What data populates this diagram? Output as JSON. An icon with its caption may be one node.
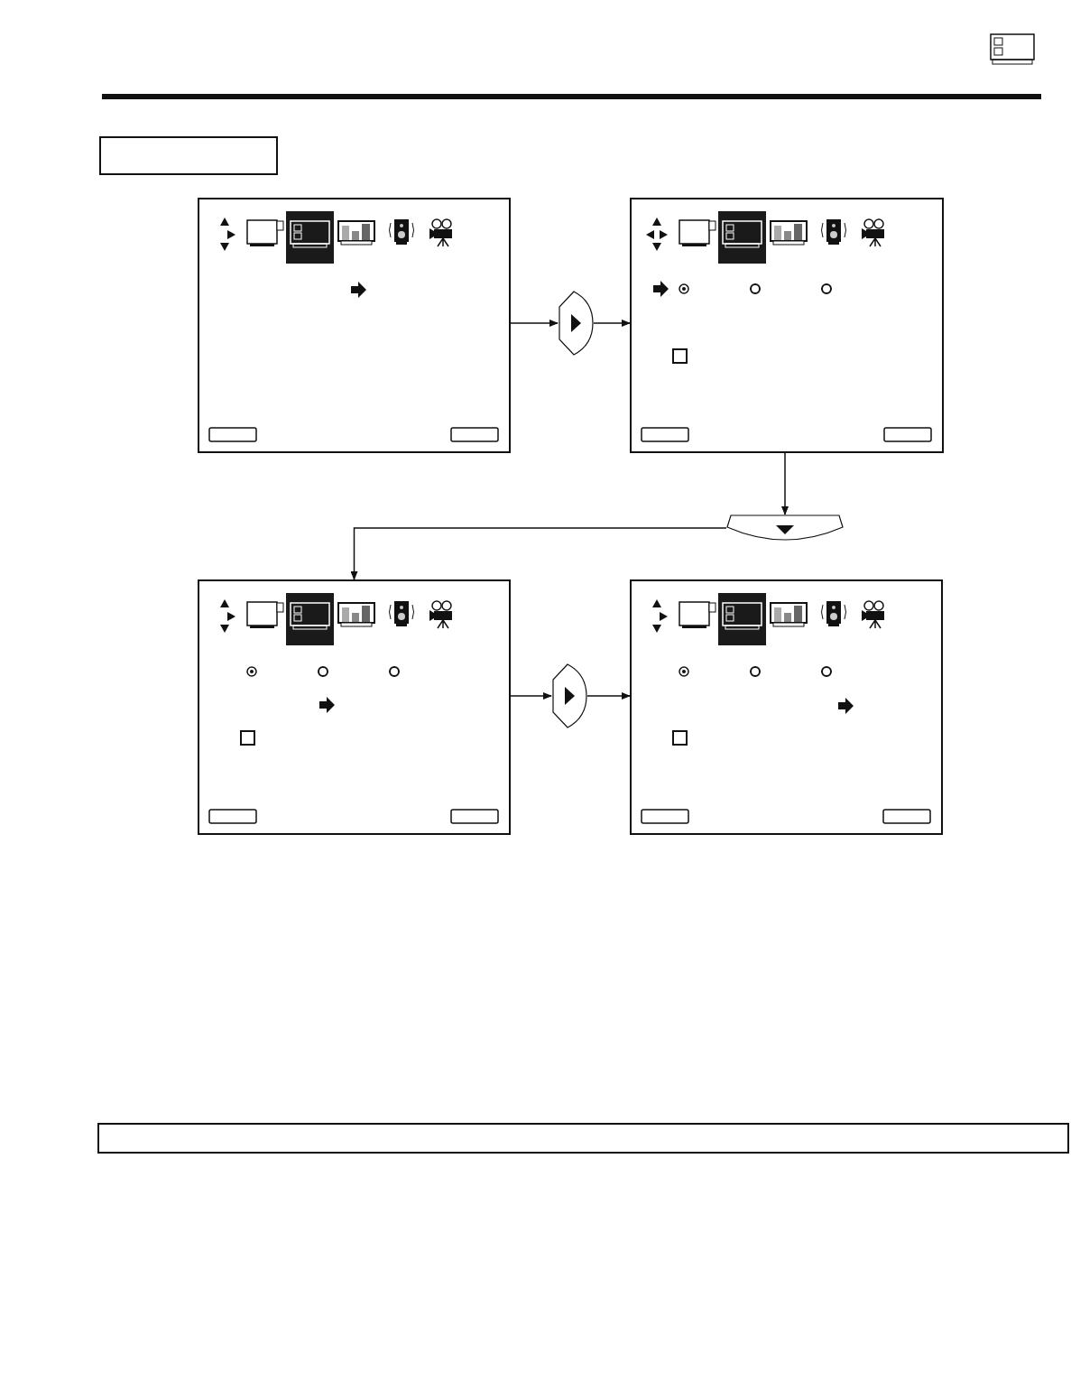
{
  "diagram": {
    "nodes": [
      {
        "text": [],
        "shape": "box"
      },
      {
        "text": [],
        "shape": "box"
      },
      {
        "text": [],
        "shape": "button"
      },
      {
        "text": [],
        "shape": "box"
      },
      {
        "text": [],
        "shape": "button"
      },
      {
        "text": [],
        "shape": "box"
      },
      {
        "text": [],
        "shape": "button"
      },
      {
        "text": [],
        "shape": "box"
      },
      {
        "text": [],
        "shape": "bar"
      }
    ],
    "edges": [
      {
        "from": 1,
        "to": 2,
        "arrow": "to"
      },
      {
        "from": 2,
        "to": 3,
        "arrow": "to"
      },
      {
        "from": 3,
        "to": 4,
        "arrow": "to"
      },
      {
        "from": 4,
        "to": 5,
        "arrow": "to"
      },
      {
        "from": 5,
        "to": 6,
        "arrow": "to"
      },
      {
        "from": 6,
        "to": 7,
        "arrow": "to"
      }
    ]
  }
}
